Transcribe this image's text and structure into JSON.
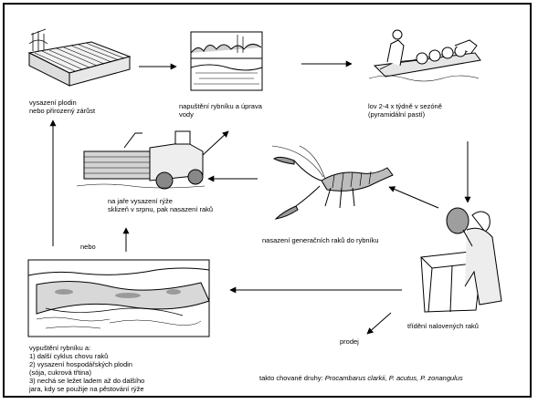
{
  "steps": {
    "planting": "vysazení plodin\nnebo přirozený zárůst",
    "flooding": "napuštění rybníku a úprava\nvody",
    "catching": "lov 2-4 x týdně v sezóně\n(pyramidální pastí)",
    "stocking": "nasazení generačních raků do rybníku",
    "rice": "na jaře vysazení rýže\nsklizeň v srpnu, pak nasazení raků",
    "sorting": "třídění nalovených raků",
    "sale": "prodej",
    "or": "nebo",
    "draining": "vypuštění rybníku a:\n1) další cyklus chovu raků\n2) vysazení hospodářských plodin\n(sója, cukrová třtina)\n3) nechá se ležet ladem až do dalšího\njara, kdy se použije na pěstování rýže"
  },
  "species": {
    "prefix": "takto chované druhy: ",
    "names": "Procambarus clarkii, P. acutus, P. zonangulus"
  },
  "illustrations": [
    "planted-field",
    "flooded-pond",
    "boat-harvest",
    "crayfish",
    "rice-harvester",
    "sorting-worker",
    "drained-pond"
  ]
}
